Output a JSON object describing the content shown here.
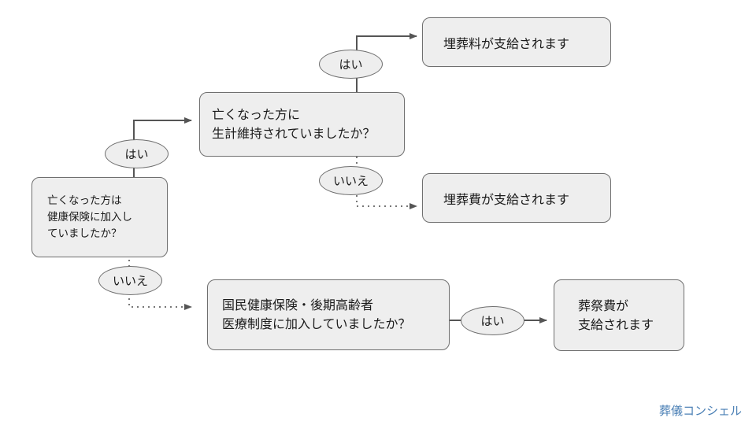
{
  "colors": {
    "box_fill": "#eeeeee",
    "box_border": "#6f6f6f",
    "line": "#555555",
    "brand": "#4a7fb5"
  },
  "nodes": {
    "start": "亡くなった方は\n健康保険に加入し\nていましたか？",
    "q_supported": "亡くなった方に\n生計維持されていましたか？",
    "result_burial_fee": "埋葬料が支給されます",
    "result_burial_cost": "埋葬費が支給されます",
    "q_national": "国民健康保険・後期高齢者\n医療制度に加入していましたか？",
    "result_funeral": "葬祭費が\n支給されます"
  },
  "labels": {
    "yes": "はい",
    "no": "いいえ"
  },
  "brand": "葬儀コンシェル"
}
